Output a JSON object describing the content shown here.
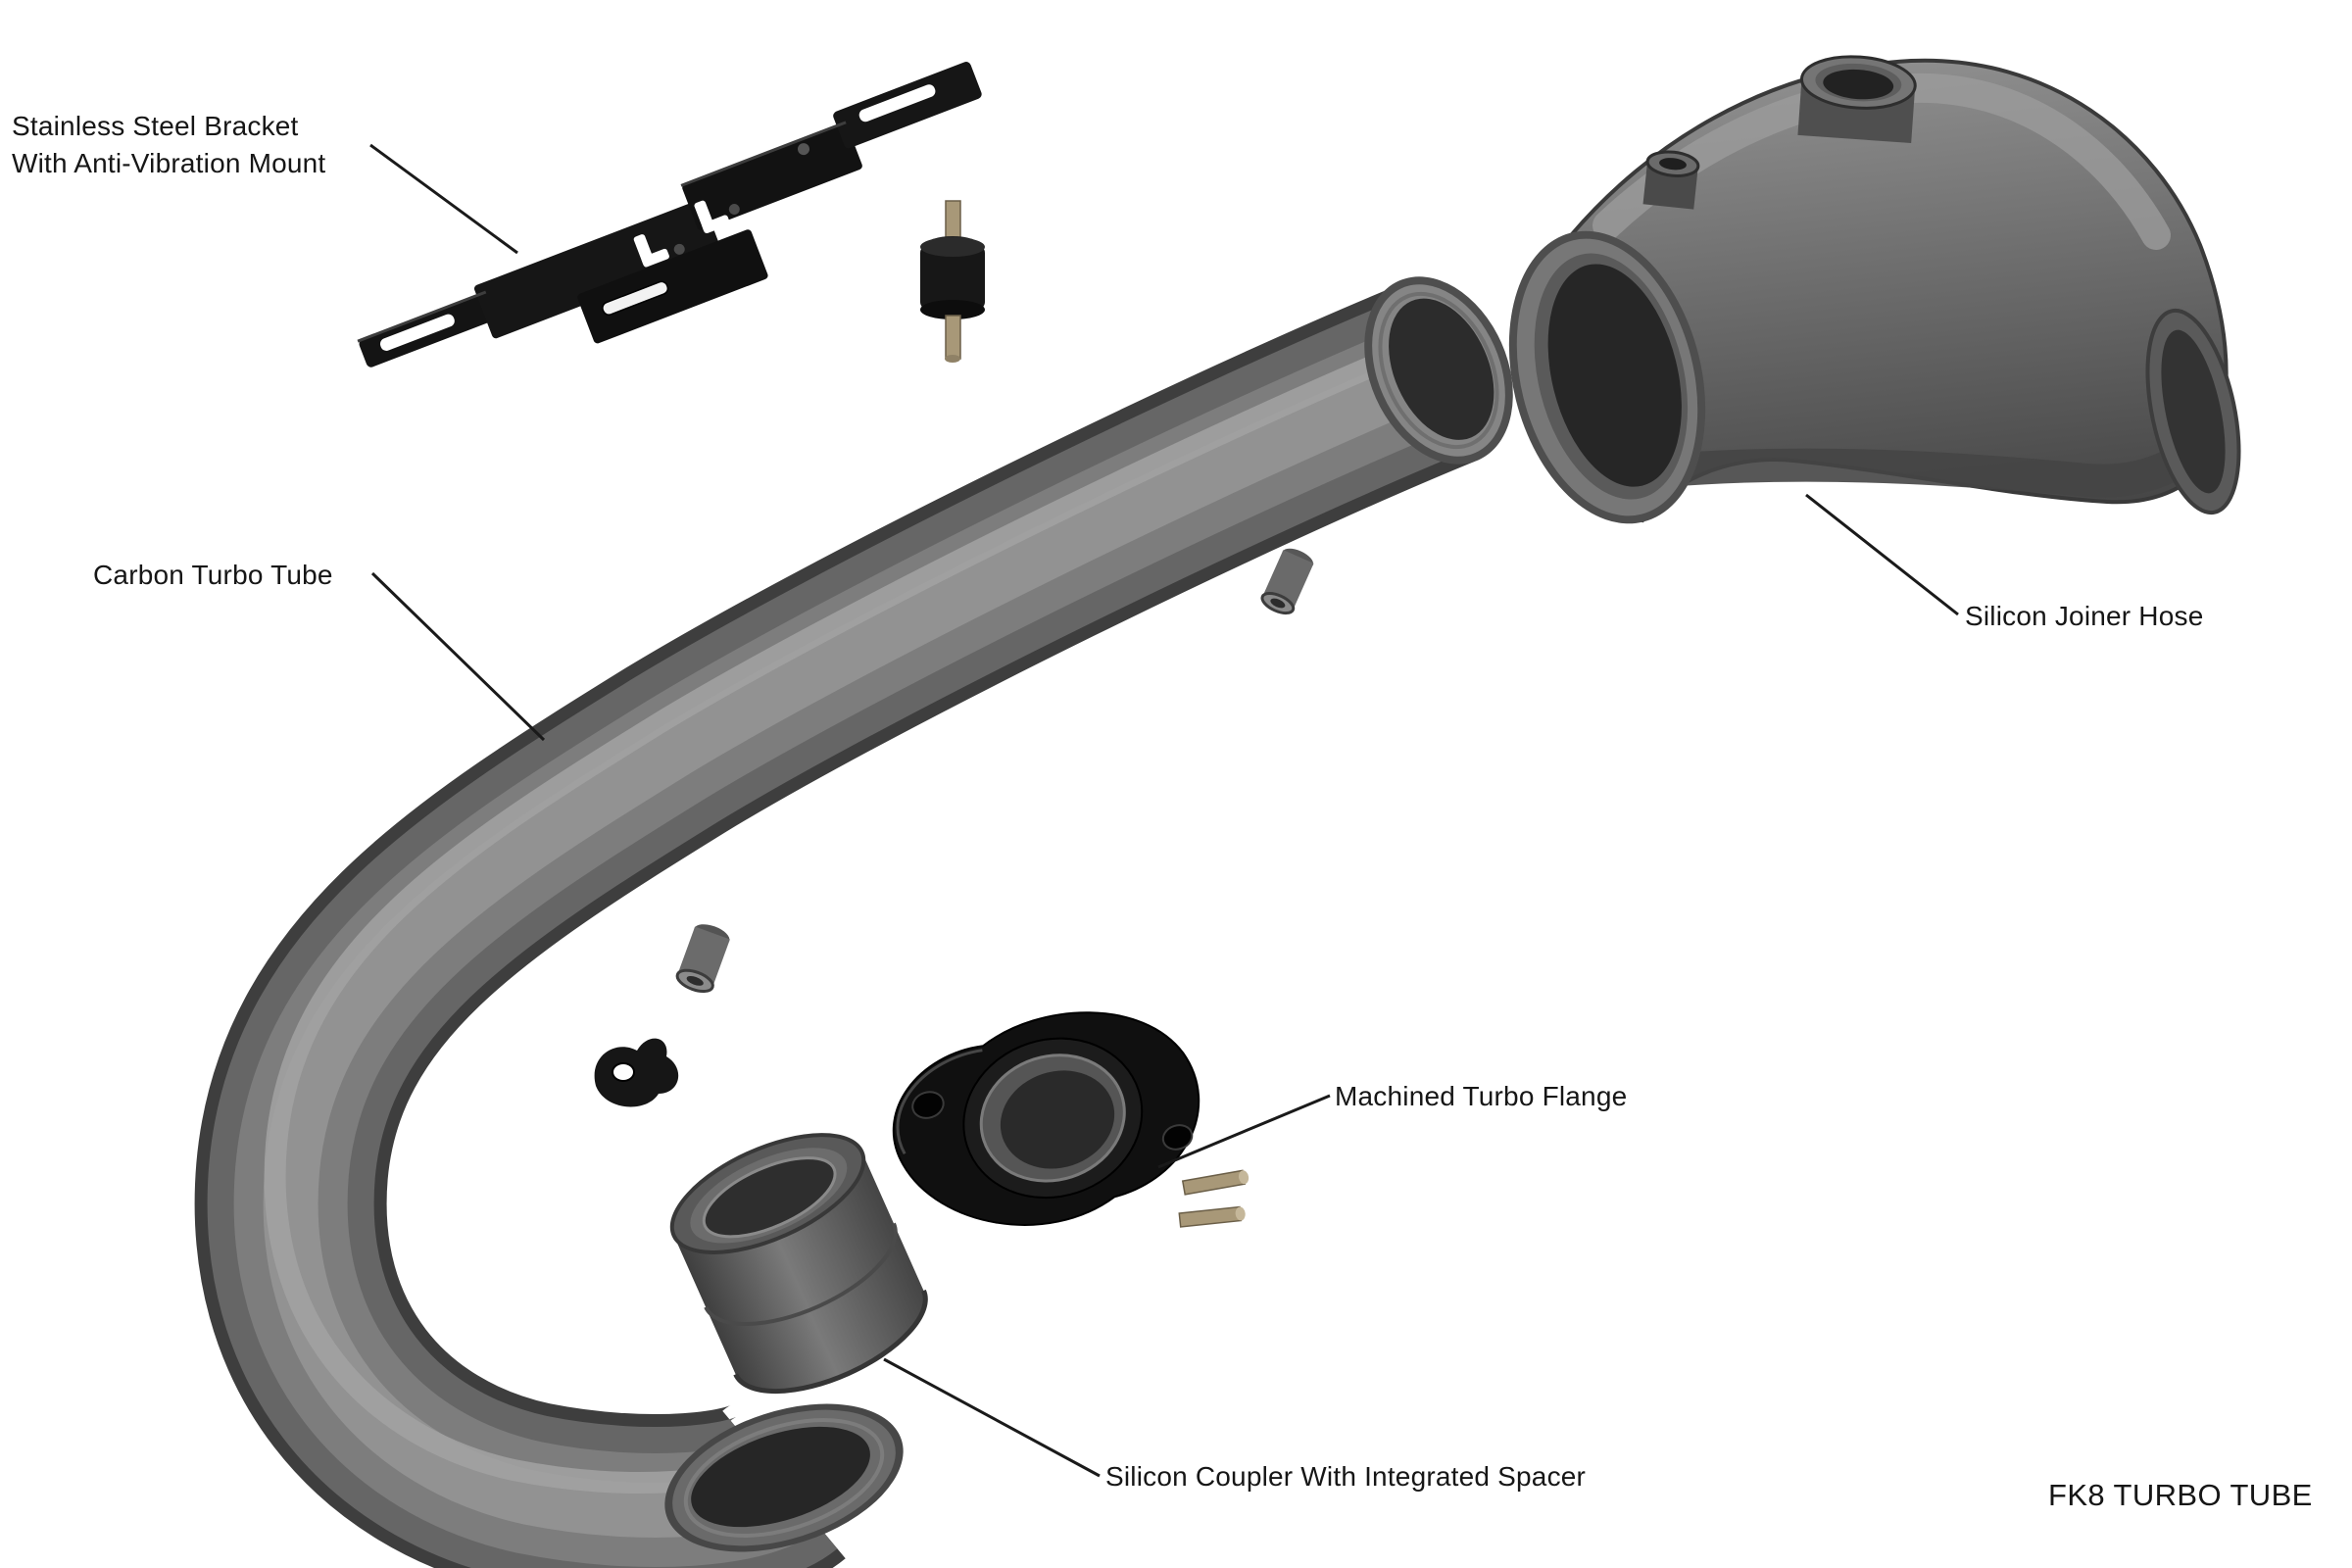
{
  "title": {
    "text": "FK8 TURBO TUBE"
  },
  "labels": {
    "bracket": "Stainless Steel Bracket\nWith Anti-Vibration Mount",
    "carbon_tube": "Carbon Turbo Tube",
    "joiner_hose": "Silicon Joiner Hose",
    "turbo_flange": "Machined Turbo Flange",
    "coupler": "Silicon Coupler With Integrated Spacer"
  },
  "colors": {
    "background": "#ffffff",
    "label_text": "#161616",
    "leader_line": "#1a1a1a",
    "tube_gray": "#6f6f6f",
    "black_part": "#141414",
    "stud_tan": "#a89878"
  }
}
